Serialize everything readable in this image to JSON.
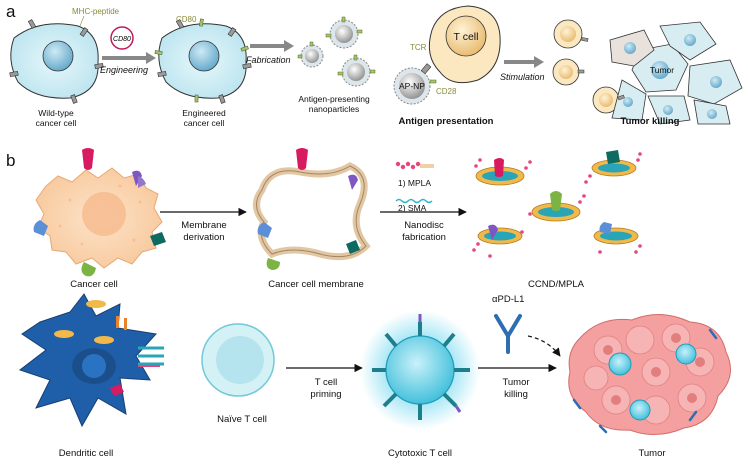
{
  "panel_a": {
    "label": "a",
    "mhc_peptide": "MHC-peptide",
    "cd80_badge": "CD80",
    "cd80": "CD80",
    "engineering": "Engineering",
    "fabrication": "Fabrication",
    "wild_type_l1": "Wild-type",
    "wild_type_l2": "cancer cell",
    "engineered_l1": "Engineered",
    "engineered_l2": "cancer cell",
    "ap_l1": "Antigen-presenting",
    "ap_l2": "nanoparticles",
    "t_cell": "T cell",
    "tcr": "TCR",
    "ap_np": "AP-NP",
    "cd28": "CD28",
    "antigen_presentation": "Antigen presentation",
    "stimulation": "Stimulation",
    "tumor": "Tumor",
    "tumor_killing": "Tumor killing"
  },
  "panel_b": {
    "label": "b",
    "membrane_l1": "Membrane",
    "membrane_l2": "derivation",
    "mpla": "1) MPLA",
    "sma": "2) SMA",
    "nanodisc_l1": "Nanodisc",
    "nanodisc_l2": "fabrication",
    "cancer_cell": "Cancer cell",
    "cancer_cell_membrane": "Cancer cell membrane",
    "ccnd_mpla": "CCND/MPLA",
    "dendritic_cell": "Dendritic cell",
    "naive_t_cell": "Naïve T cell",
    "t_priming_l1": "T cell",
    "t_priming_l2": "priming",
    "cytotoxic_t_cell": "Cytotoxic T cell",
    "apd_l1": "αPD-L1",
    "tumor_killing_l1": "Tumor",
    "tumor_killing_l2": "killing",
    "tumor": "Tumor"
  }
}
